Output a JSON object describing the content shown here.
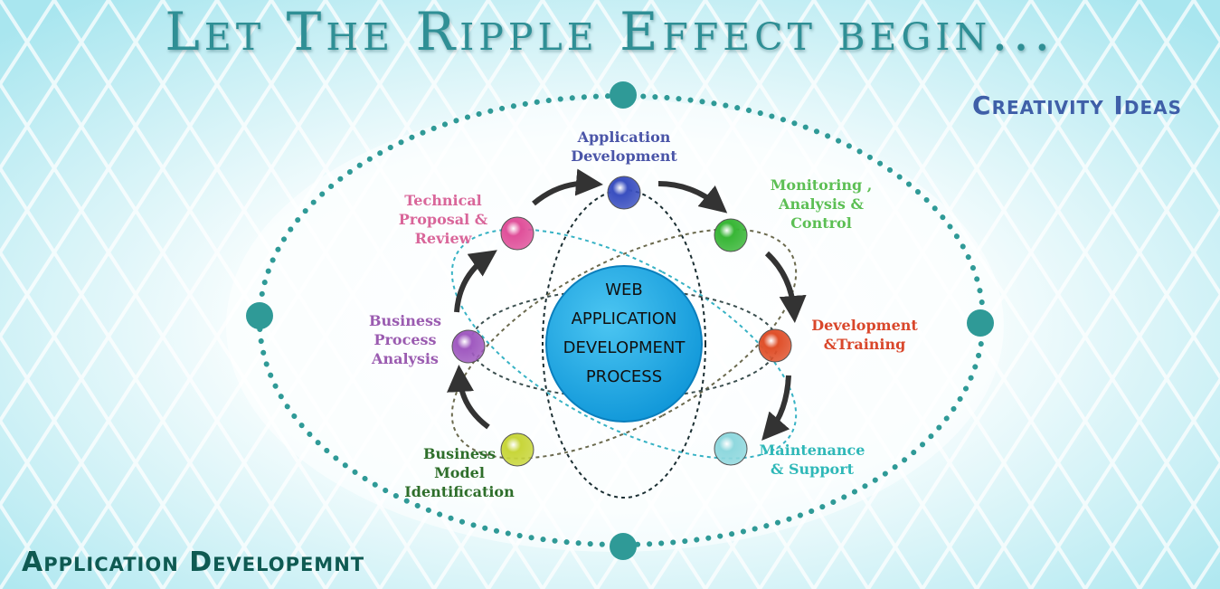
{
  "header": {
    "title": "Let The Ripple Effect begin..."
  },
  "corner_right": {
    "text": "Creativity Ideas"
  },
  "footer": {
    "text": "Application Developemnt"
  },
  "center": {
    "lines": [
      "WEB",
      "APPLICATION",
      "DEVELOPMENT",
      "PROCESS"
    ],
    "color": "#1aa3e0"
  },
  "steps": [
    {
      "lines": [
        "Application",
        "Development"
      ],
      "color": "#4a55a8"
    },
    {
      "lines": [
        "Monitoring ,",
        "Analysis &",
        "Control"
      ],
      "color": "#5cbf54"
    },
    {
      "lines": [
        "Development",
        "&Training"
      ],
      "color": "#d9472b"
    },
    {
      "lines": [
        "Maintenance",
        "& Support"
      ],
      "color": "#2fb8b8"
    },
    {
      "lines": [
        "Business",
        "Model",
        "Identification"
      ],
      "color": "#2e6e2a"
    },
    {
      "lines": [
        "Business",
        "Process",
        "Analysis"
      ],
      "color": "#9a5bb0"
    },
    {
      "lines": [
        "Technical",
        "Proposal &",
        "Review"
      ],
      "color": "#d9669a"
    }
  ],
  "node_colors": [
    "#3a4fc0",
    "#38b636",
    "#e0502a",
    "#8fd8de",
    "#c8d63a",
    "#a05ac0",
    "#e0509a"
  ],
  "ring_color": "#2f9a97"
}
